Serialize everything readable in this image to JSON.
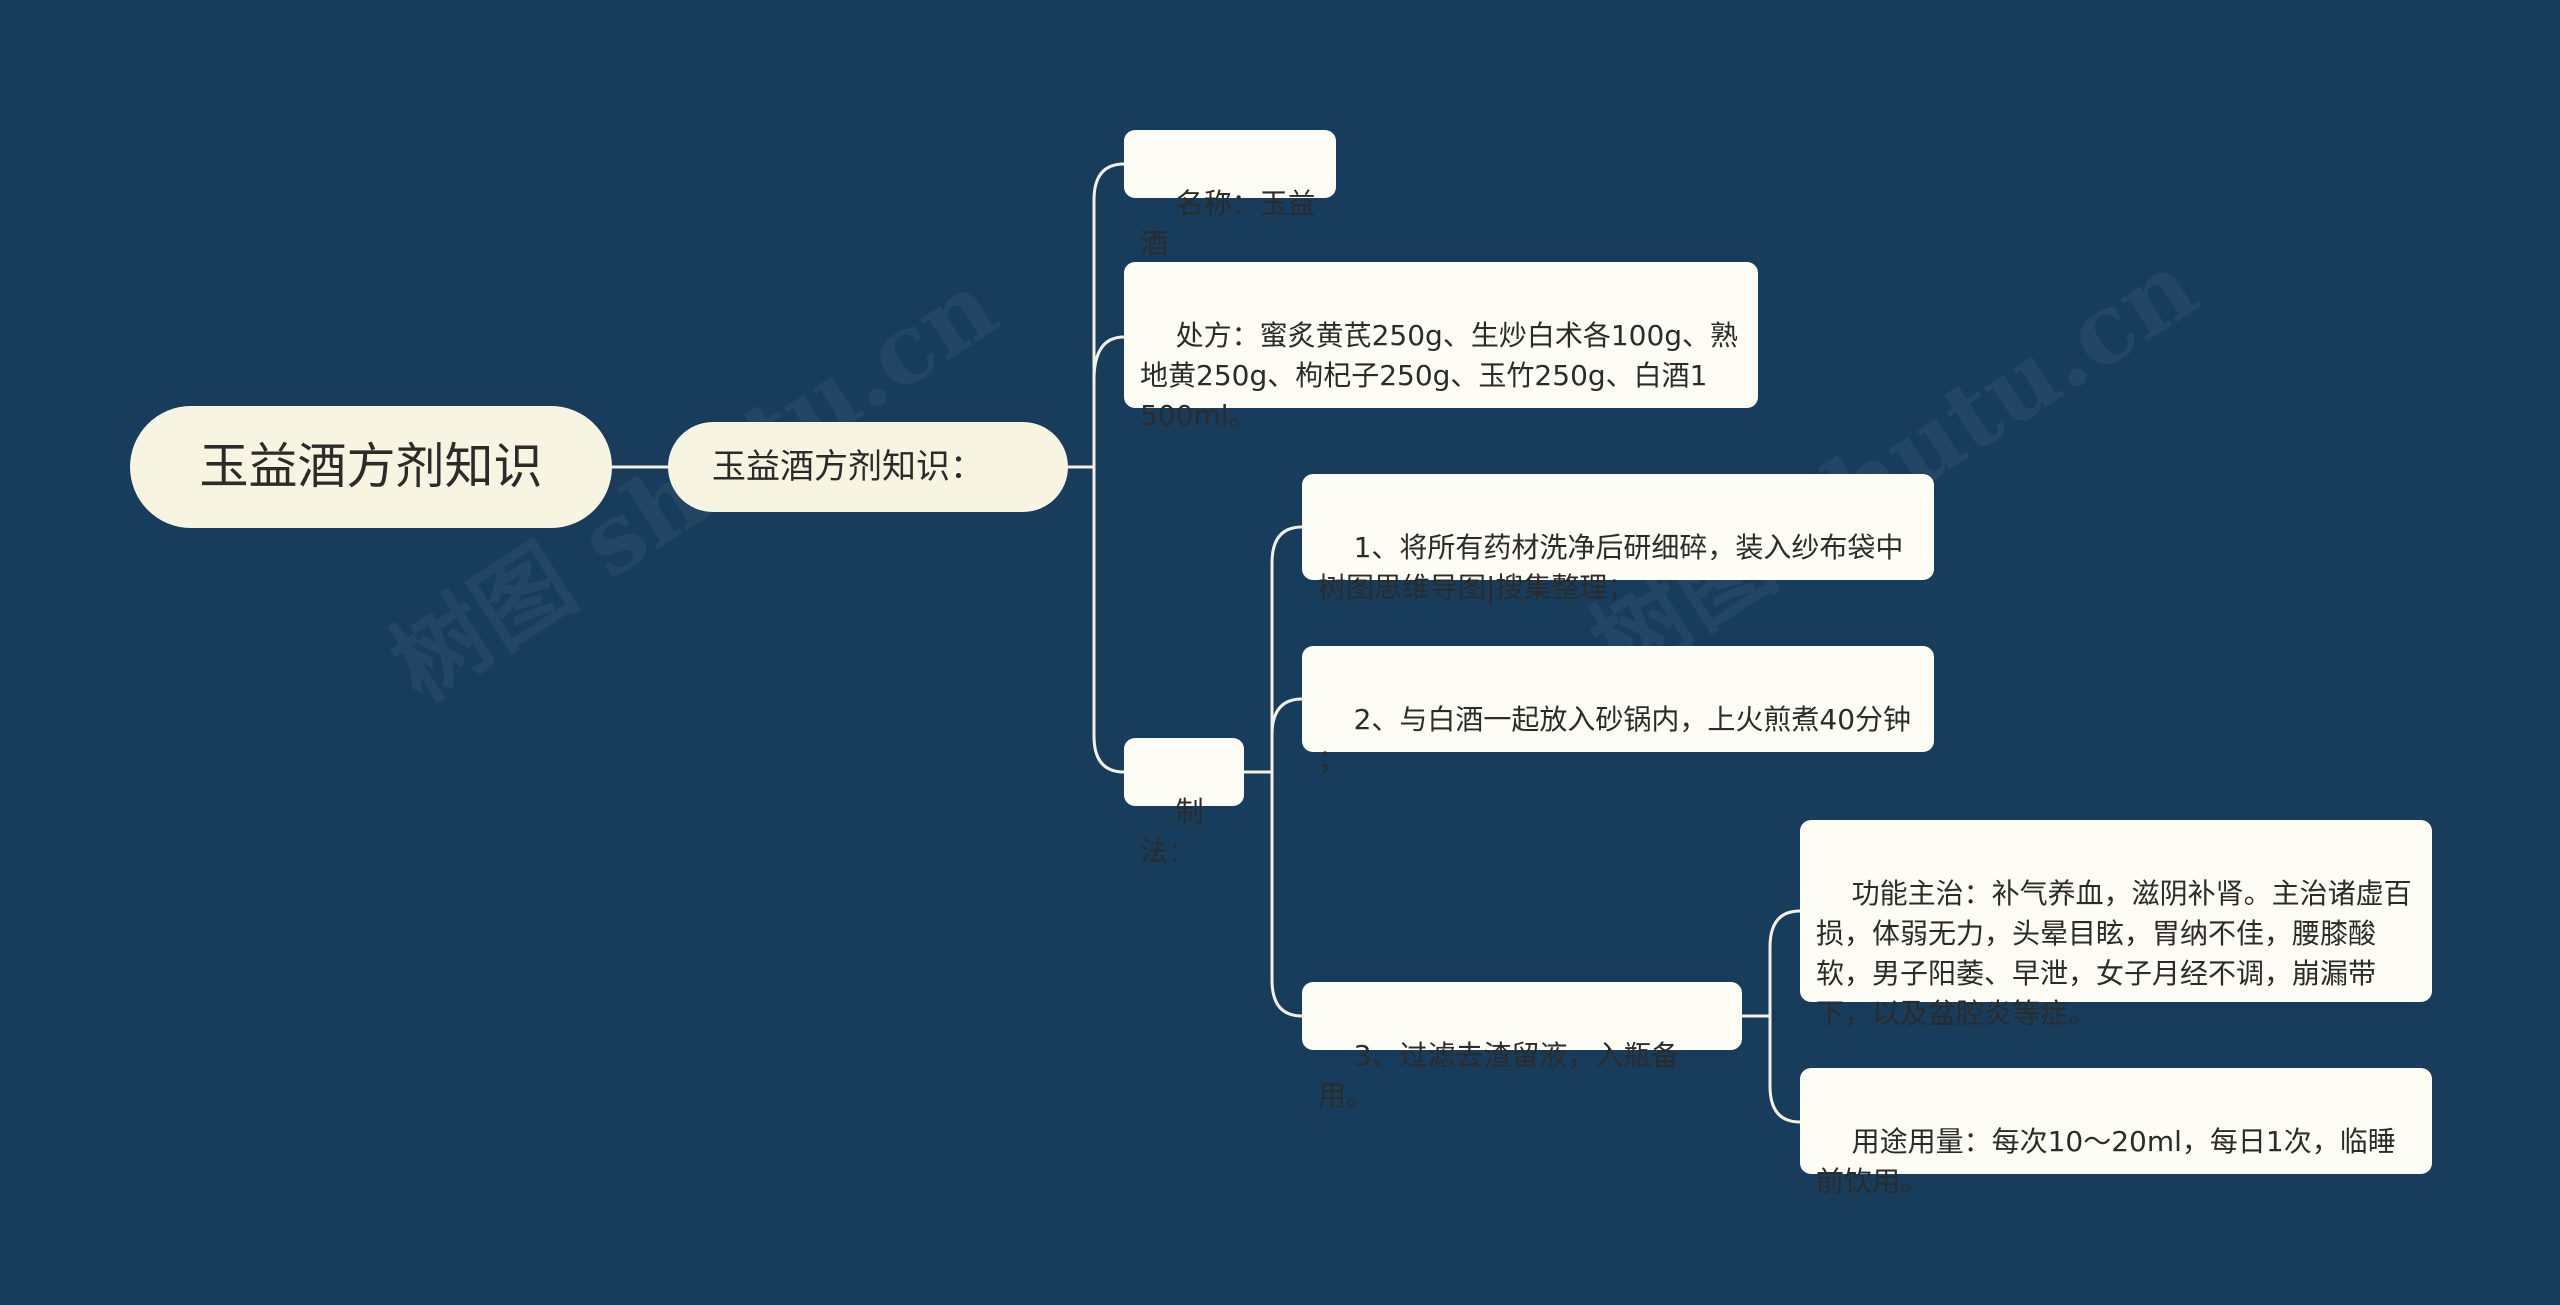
{
  "colors": {
    "background": "#173c5c",
    "root_fill": "#f8f4e2",
    "node_fill": "#fdfcf5",
    "connector": "#f4f1e4",
    "text": "#2b2b2b"
  },
  "root": {
    "label": "玉益酒方剂知识"
  },
  "hub": {
    "label": "玉益酒方剂知识："
  },
  "branches": {
    "name": "名称：玉益酒",
    "prescription": "处方：蜜炙黄芪250g、生炒白术各100g、熟\n地黄250g、枸杞子250g、玉竹250g、白酒1\n500ml。",
    "method": "制法：",
    "steps": [
      "1、将所有药材洗净后研细碎，装入纱布袋中\n树图思维导图|搜集整理；",
      "2、与白酒一起放入砂锅内，上火煎煮40分钟\n；",
      "3、过滤去渣留液，入瓶备用。"
    ],
    "details": [
      "功能主治：补气养血，滋阴补肾。主治诸虚百\n损，体弱无力，头晕目眩，胃纳不佳，腰膝酸\n软，男子阳萎、早泄，女子月经不调，崩漏带\n下，以及盆腔炎等症。",
      "用途用量：每次10～20ml，每日1次，临睡\n前饮用。"
    ]
  },
  "watermarks": [
    "树图 shutu.cn",
    "树图 shutu.cn"
  ]
}
